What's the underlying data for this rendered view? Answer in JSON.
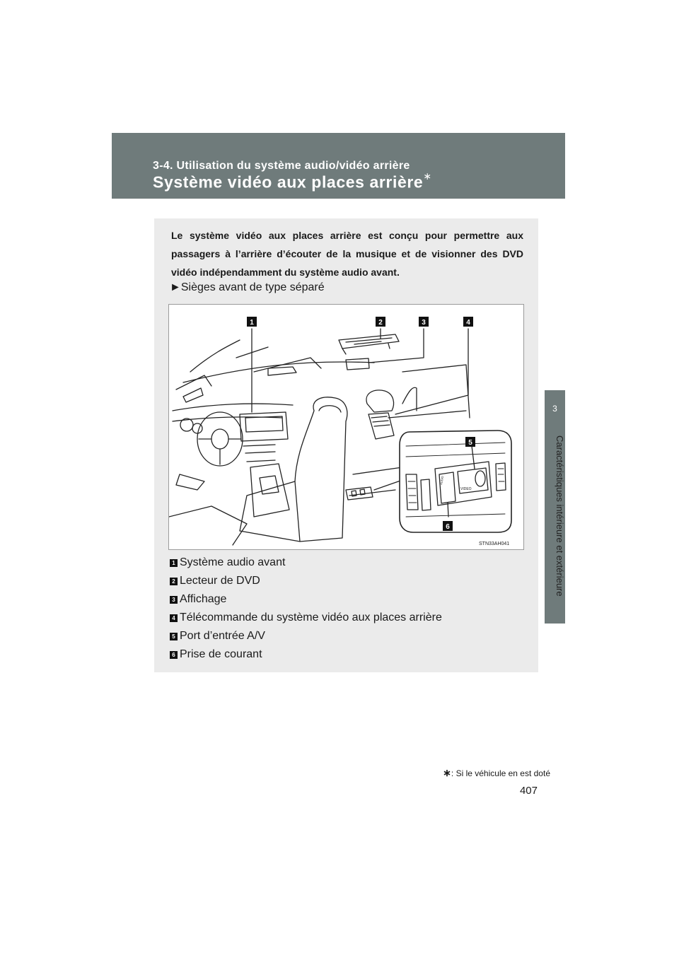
{
  "header": {
    "section": "3-4. Utilisation du système audio/vidéo arrière",
    "title": "Système vidéo aux places arrière",
    "title_mark": "∗"
  },
  "side_tab": {
    "number": "3",
    "text": "Caractéristiques intérieure et extérieure"
  },
  "intro": "Le système vidéo aux places arrière est conçu pour permettre aux passagers à l’arrière d’écouter de la musique et de visionner des DVD vidéo indépendamment du système audio avant.",
  "bullet": "►Sièges avant de type séparé",
  "figure": {
    "code": "STN33AH041",
    "callouts": [
      "1",
      "2",
      "3",
      "4",
      "5",
      "6"
    ],
    "panel_labels": {
      "video": "VIDEO",
      "audio": "AUDIO"
    }
  },
  "legend": [
    {
      "num": "1",
      "text": "Système audio avant"
    },
    {
      "num": "2",
      "text": "Lecteur de DVD"
    },
    {
      "num": "3",
      "text": "Affichage"
    },
    {
      "num": "4",
      "text": "Télécommande du système vidéo aux places arrière"
    },
    {
      "num": "5",
      "text": "Port d’entrée A/V"
    },
    {
      "num": "6",
      "text": "Prise de courant"
    }
  ],
  "footnote": {
    "star": "∗",
    "text": ": Si le véhicule en est doté"
  },
  "page_number": "407"
}
